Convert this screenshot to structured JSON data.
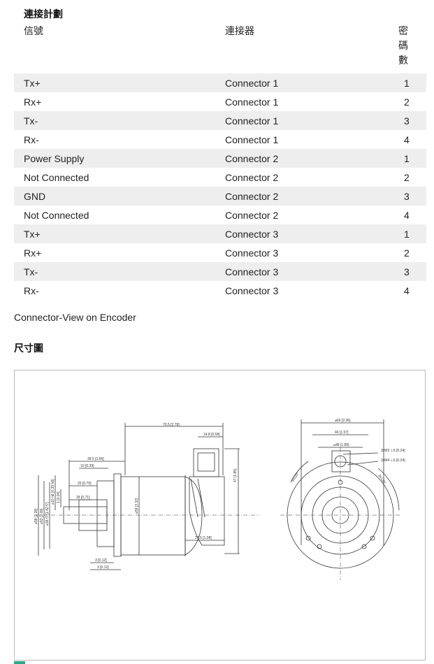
{
  "section1": {
    "title": "連接計劃",
    "headers": [
      "信號",
      "連接器",
      "密\n碼\n數"
    ],
    "rows": [
      {
        "signal": "Tx+",
        "connector": "Connector 1",
        "pin": "1"
      },
      {
        "signal": "Rx+",
        "connector": "Connector 1",
        "pin": "2"
      },
      {
        "signal": "Tx-",
        "connector": "Connector 1",
        "pin": "3"
      },
      {
        "signal": "Rx-",
        "connector": "Connector 1",
        "pin": "4"
      },
      {
        "signal": "Power Supply",
        "connector": "Connector 2",
        "pin": "1"
      },
      {
        "signal": "Not Connected",
        "connector": "Connector 2",
        "pin": "2"
      },
      {
        "signal": "GND",
        "connector": "Connector 2",
        "pin": "3"
      },
      {
        "signal": "Not Connected",
        "connector": "Connector 2",
        "pin": "4"
      },
      {
        "signal": "Tx+",
        "connector": "Connector 3",
        "pin": "1"
      },
      {
        "signal": "Rx+",
        "connector": "Connector 3",
        "pin": "2"
      },
      {
        "signal": "Tx-",
        "connector": "Connector 3",
        "pin": "3"
      },
      {
        "signal": "Rx-",
        "connector": "Connector 3",
        "pin": "4"
      }
    ],
    "caption": "Connector-View on Encoder"
  },
  "section2": {
    "title": "尺寸圖",
    "dimensions": {
      "overall_length": "70.5 [2.78]",
      "connector_width": "14.8 [0.58]",
      "shaft_len_a": "39.5 [1.56]",
      "shaft_len_b": "10 [0.39]",
      "shaft_len_c": "20 [0.79]",
      "shaft_len_d": "18 [0.71]",
      "body_len": "27.5 [1.08]",
      "step_a": "3 [0.12]",
      "step_b": "3 [0.12]",
      "height": "47 [1.85]",
      "d58": "⌀58 [2.28]",
      "d53": "⌀53 [2.09]",
      "d36": "⌀36 f7 [1.42 f7]",
      "d10": "⌀10 h8 [0.39 h8]",
      "d1": "1 [0.04]",
      "d59": "⌀59 [2.32]",
      "front_d60": "⌀60 [2.36]",
      "front_40": "40 [1.57]",
      "front_d48": "⌀48 [1.89]",
      "m3": "3xM3 ⇣6 [0.24]",
      "m4": "3xM4 ⇣6 [0.24]",
      "angle_a": "3x120°",
      "angle_b": "3x120°"
    }
  }
}
